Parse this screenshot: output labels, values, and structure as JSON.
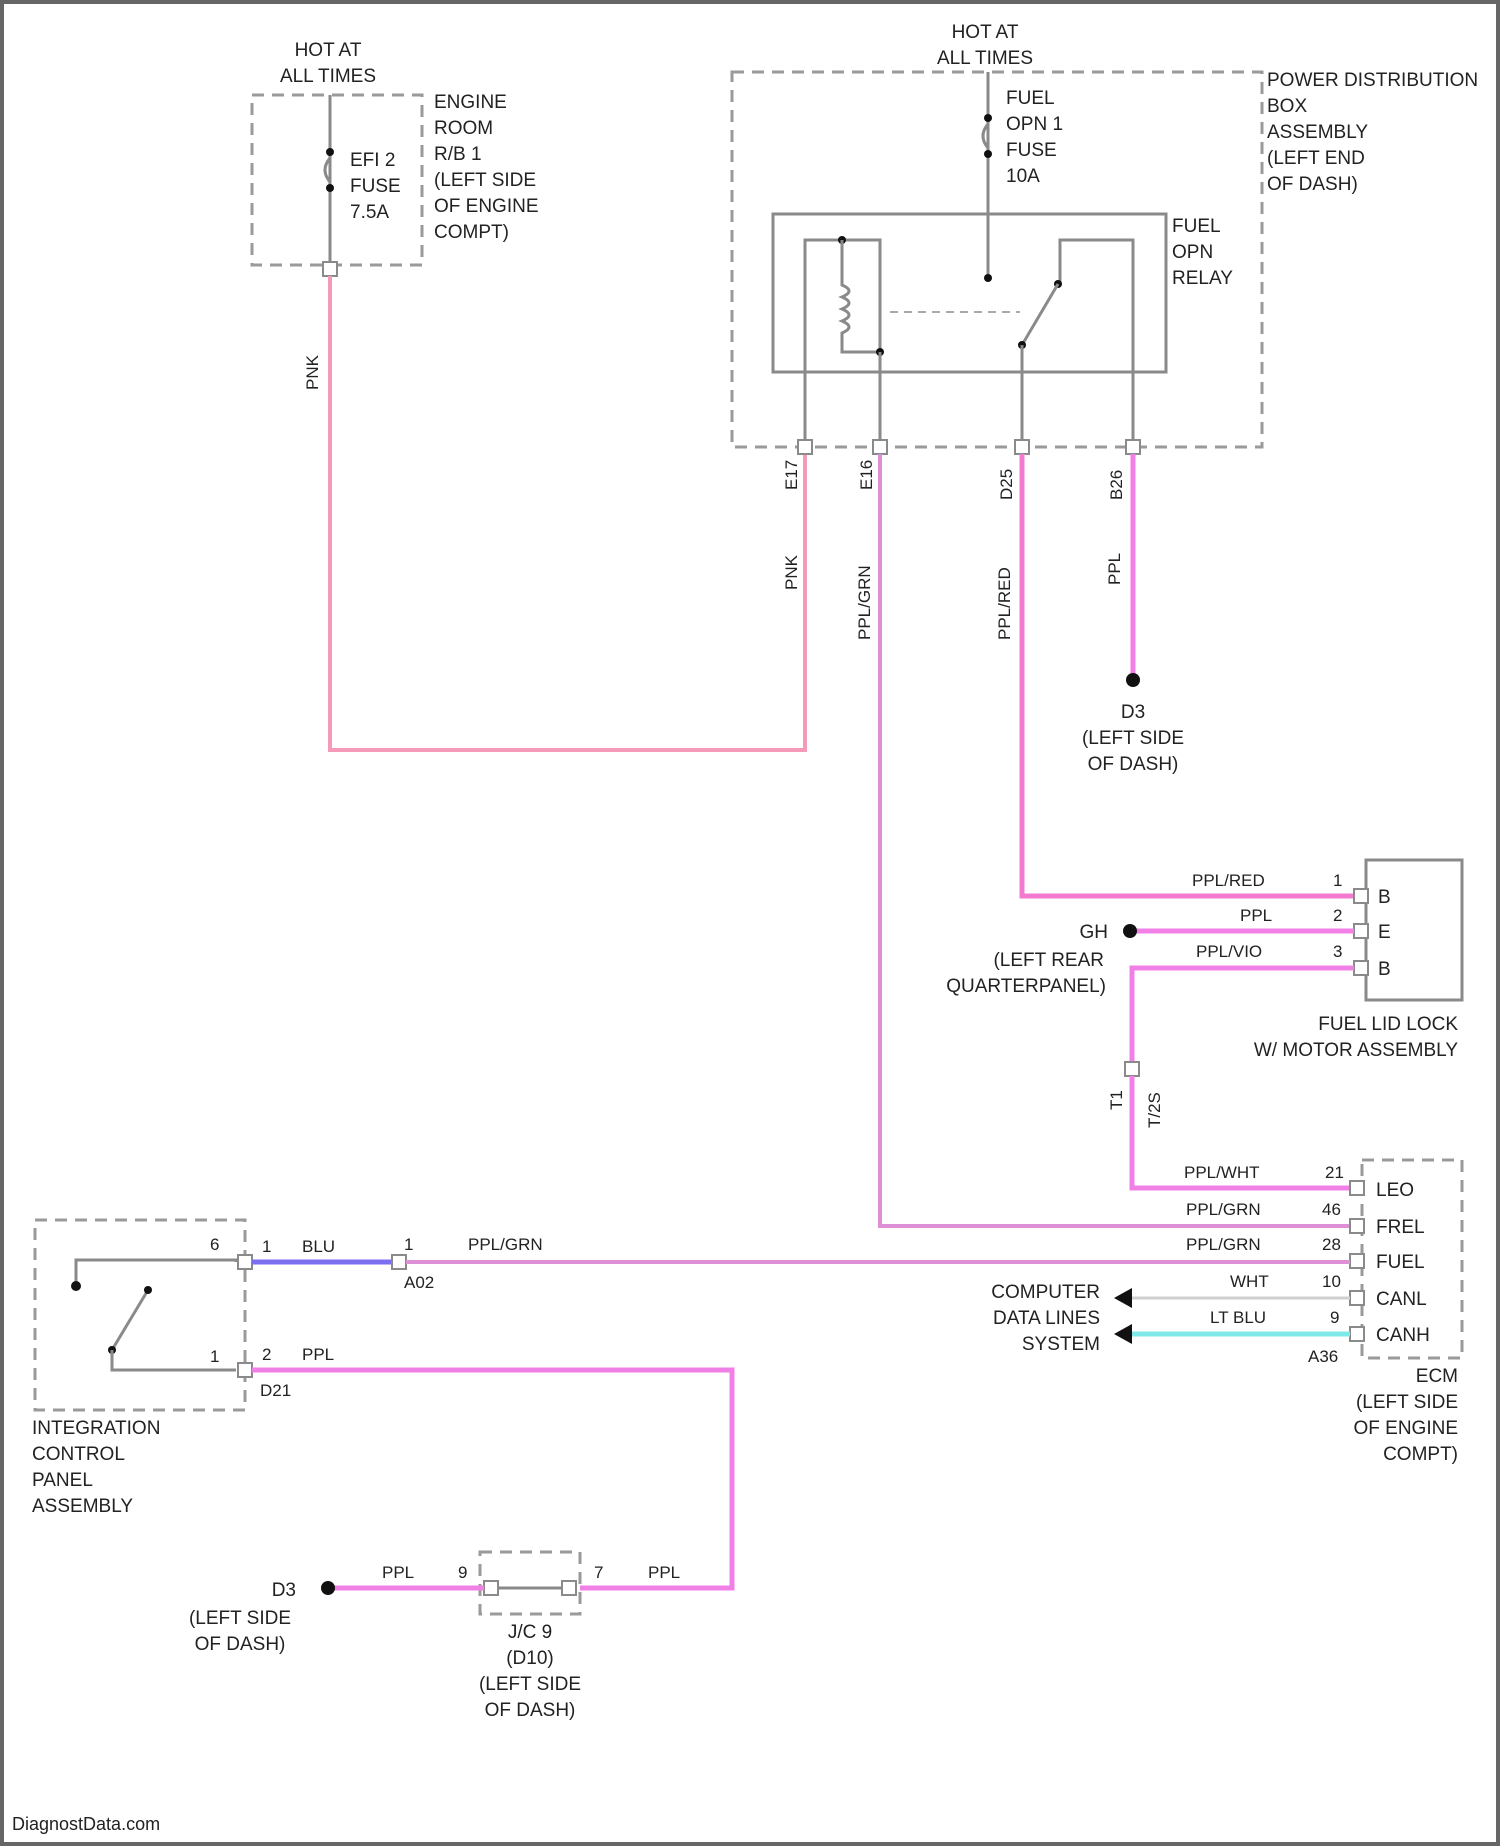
{
  "colors": {
    "pink": "#f59ab8",
    "ppl": "#f07fe6",
    "ppl_red": "#f27bd0",
    "ppl_grn": "#dd90d6",
    "blu": "#7b6ff0",
    "lt_blu": "#7fe8e8",
    "wht": "#d0d0d0",
    "frame": "#666666"
  },
  "engine_room_rb1": {
    "hot_label": [
      "HOT AT",
      "ALL TIMES"
    ],
    "fuse_label": [
      "EFI 2",
      "FUSE",
      "7.5A"
    ],
    "box_label": [
      "ENGINE",
      "ROOM",
      "R/B 1",
      "(LEFT SIDE",
      "OF ENGINE",
      "COMPT)"
    ],
    "wire_color": "PNK"
  },
  "power_distribution": {
    "hot_label": [
      "HOT AT",
      "ALL TIMES"
    ],
    "fuse_label": [
      "FUEL",
      "OPN 1",
      "FUSE",
      "10A"
    ],
    "box_label": [
      "POWER DISTRIBUTION",
      "BOX",
      "ASSEMBLY",
      "(LEFT END",
      "OF DASH)"
    ],
    "relay_label": [
      "FUEL",
      "OPN",
      "RELAY"
    ],
    "terminals": [
      "E17",
      "E16",
      "D25",
      "B26"
    ],
    "wire_colors": [
      "PNK",
      "PPL/GRN",
      "PPL/RED",
      "PPL"
    ]
  },
  "ground_d3": {
    "label": [
      "D3",
      "(LEFT SIDE",
      "OF DASH)"
    ]
  },
  "fuel_lid_lock": {
    "title": [
      "FUEL LID LOCK",
      "W/ MOTOR ASSEMBLY"
    ],
    "pins": [
      {
        "num": "1",
        "label": "B",
        "wire": "PPL/RED"
      },
      {
        "num": "2",
        "label": "E",
        "wire": "PPL"
      },
      {
        "num": "3",
        "label": "B",
        "wire": "PPL/VIO"
      }
    ],
    "ground": [
      "GH",
      "(LEFT REAR",
      "QUARTERPANEL)"
    ],
    "inline_connector": {
      "left": "T1",
      "right": "T/2S"
    }
  },
  "ecm": {
    "label": [
      "ECM",
      "(LEFT SIDE",
      "OF ENGINE",
      "COMPT)"
    ],
    "connector": "A36",
    "pins": [
      {
        "num": "21",
        "label": "LEO",
        "wire": "PPL/WHT"
      },
      {
        "num": "46",
        "label": "FREL",
        "wire": "PPL/GRN"
      },
      {
        "num": "28",
        "label": "FUEL",
        "wire": "PPL/GRN"
      },
      {
        "num": "10",
        "label": "CANL",
        "wire": "WHT"
      },
      {
        "num": "9",
        "label": "CANH",
        "wire": "LT BLU"
      }
    ],
    "data_lines": [
      "COMPUTER",
      "DATA LINES",
      "SYSTEM"
    ]
  },
  "integration_panel": {
    "label": [
      "INTEGRATION",
      "CONTROL",
      "PANEL",
      "ASSEMBLY"
    ],
    "pin_top": "6",
    "pin_bottom": "1",
    "conn_top": {
      "num": "1",
      "wire": "BLU"
    },
    "conn_a02": {
      "num": "1",
      "wire": "PPL/GRN",
      "label": "A02"
    },
    "conn_bottom": {
      "num": "2",
      "wire": "PPL",
      "label": "D21"
    }
  },
  "jc9": {
    "label": [
      "J/C 9",
      "(D10)",
      "(LEFT SIDE",
      "OF DASH)"
    ],
    "pin_left": "9",
    "pin_right": "7",
    "wire_left": "PPL",
    "wire_right": "PPL",
    "ground": [
      "D3",
      "(LEFT SIDE",
      "OF DASH)"
    ]
  },
  "footer": "DiagnostData.com"
}
